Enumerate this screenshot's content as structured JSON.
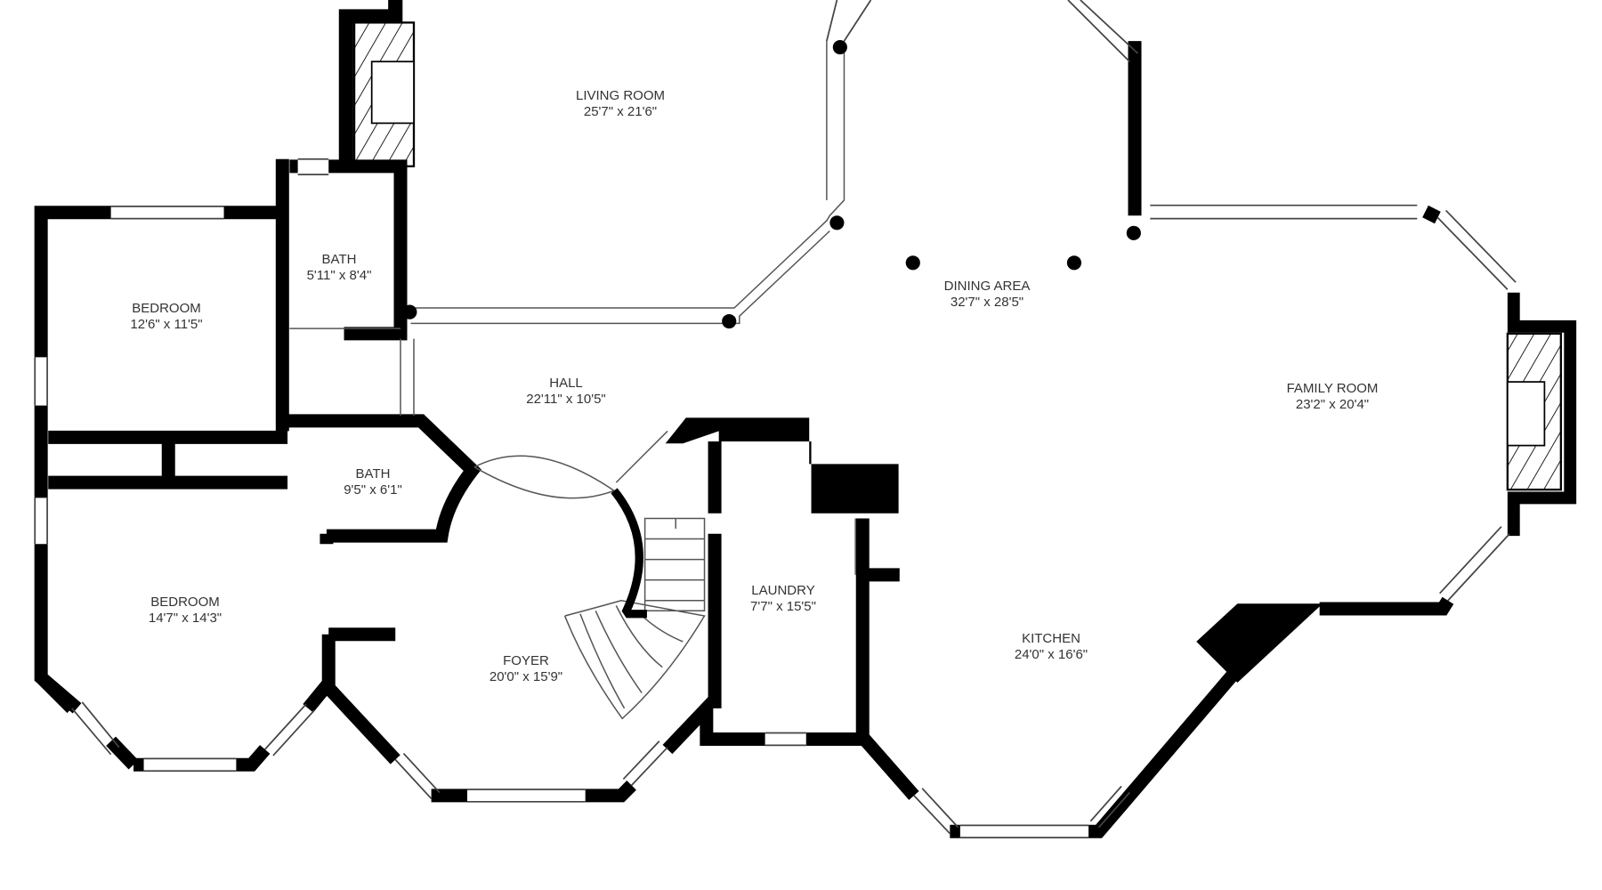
{
  "rooms": [
    {
      "id": "living-room",
      "name": "LIVING ROOM",
      "dims": "25'7\" x 21'6\""
    },
    {
      "id": "bath-upper",
      "name": "BATH",
      "dims": "5'11\" x 8'4\""
    },
    {
      "id": "bedroom-upper",
      "name": "BEDROOM",
      "dims": "12'6\" x 11'5\""
    },
    {
      "id": "dining-area",
      "name": "DINING AREA",
      "dims": "32'7\" x 28'5\""
    },
    {
      "id": "hall",
      "name": "HALL",
      "dims": "22'11\" x 10'5\""
    },
    {
      "id": "family-room",
      "name": "FAMILY ROOM",
      "dims": "23'2\" x 20'4\""
    },
    {
      "id": "bath-lower",
      "name": "BATH",
      "dims": "9'5\" x 6'1\""
    },
    {
      "id": "bedroom-lower",
      "name": "BEDROOM",
      "dims": "14'7\" x 14'3\""
    },
    {
      "id": "laundry",
      "name": "LAUNDRY",
      "dims": "7'7\" x 15'5\""
    },
    {
      "id": "foyer",
      "name": "FOYER",
      "dims": "20'0\" x 15'9\""
    },
    {
      "id": "kitchen",
      "name": "KITCHEN",
      "dims": "24'0\" x 16'6\""
    }
  ],
  "colors": {
    "wall": "#000000",
    "line": "#555555",
    "text": "#333333"
  }
}
